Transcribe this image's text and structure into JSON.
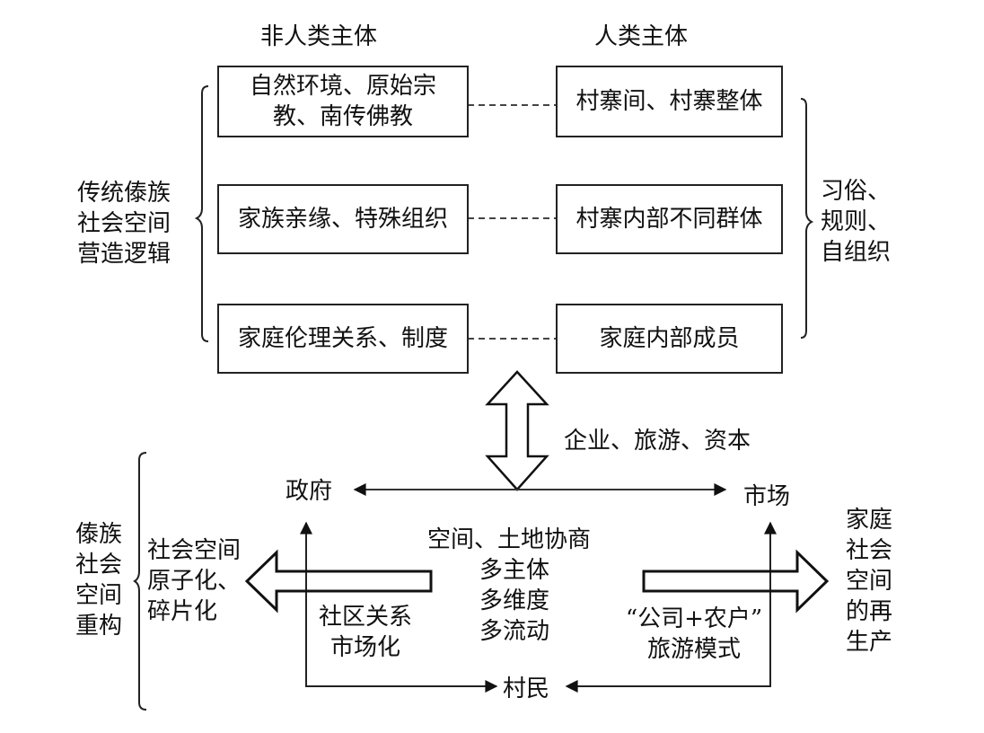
{
  "top": {
    "header_nonhuman": "非人类主体",
    "header_human": "人类主体",
    "left_label": "传统傣族\n社会空间\n营造逻辑",
    "right_label": "习俗、\n规则、\n自组织",
    "rows": [
      {
        "nonhuman": "自然环境、原始宗\n教、南传佛教",
        "human": "村寨间、村寨整体"
      },
      {
        "nonhuman": "家族亲缘、特殊组织",
        "human": "村寨内部不同群体"
      },
      {
        "nonhuman": "家庭伦理关系、制度",
        "human": "家庭内部成员"
      }
    ]
  },
  "middle": {
    "arrow_label": "企业、旅游、资本"
  },
  "bottom": {
    "left_label": "傣族\n社会\n空间\n重构",
    "government": "政府",
    "market": "市场",
    "villagers": "村民",
    "left_outcome": "社会空间\n原子化、\n碎片化",
    "community_market": "社区关系\n市场化",
    "center_text": "空间、土地协商",
    "center_items": [
      "多主体",
      "多维度",
      "多流动"
    ],
    "tourism_model": "“公司+农户”\n旅游模式",
    "right_outcome": "家庭\n社会\n空间\n的再\n生产"
  }
}
